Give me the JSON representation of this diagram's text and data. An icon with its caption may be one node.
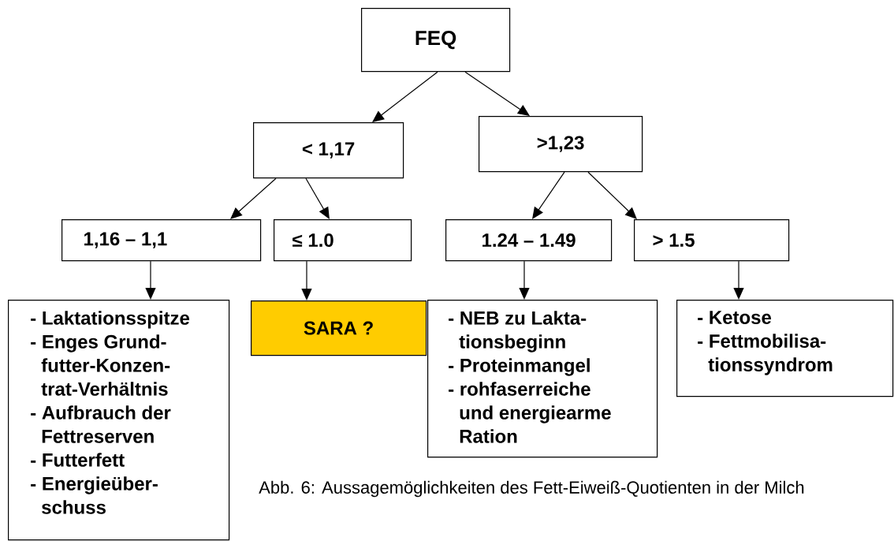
{
  "diagram": {
    "caption": "Abb. 6: Aussagemöglichkeiten des Fett-Eiweiß-Quotienten in der Milch",
    "nodes": [
      {
        "text": [
          "FEQ"
        ]
      },
      {
        "text": [
          "< 1,17"
        ]
      },
      {
        "text": [
          ">1,23"
        ]
      },
      {
        "text": [
          "1,16 – 1,1"
        ]
      },
      {
        "text": [
          "≤ 1.0"
        ]
      },
      {
        "text": [
          "1.24 – 1.49"
        ]
      },
      {
        "text": [
          "> 1.5"
        ]
      },
      {
        "text": [
          "- Laktationsspitze",
          "- Enges Grund- futter-Konzen- trat-Verhältnis",
          "- Aufbrauch der Fettreserven",
          "- Futterfett",
          "- Energieüber- schuss"
        ]
      },
      {
        "text": [
          "SARA ?"
        ]
      },
      {
        "text": [
          "- NEB zu Lakta- tionsbeginn",
          "- Proteinmangel",
          "- rohfaserreiche und energiearme Ration"
        ]
      },
      {
        "text": [
          "- Ketose",
          "- Fettmobilisa- tionssyndrom"
        ]
      }
    ],
    "edges": [
      {
        "from": 0,
        "to": 1,
        "arrow": "to"
      },
      {
        "from": 0,
        "to": 2,
        "arrow": "to"
      },
      {
        "from": 1,
        "to": 3,
        "arrow": "to"
      },
      {
        "from": 1,
        "to": 4,
        "arrow": "to"
      },
      {
        "from": 2,
        "to": 5,
        "arrow": "to"
      },
      {
        "from": 2,
        "to": 6,
        "arrow": "to"
      },
      {
        "from": 3,
        "to": 7,
        "arrow": "to"
      },
      {
        "from": 4,
        "to": 8,
        "arrow": "to"
      },
      {
        "from": 5,
        "to": 9,
        "arrow": "to"
      },
      {
        "from": 6,
        "to": 10,
        "arrow": "to"
      }
    ]
  }
}
